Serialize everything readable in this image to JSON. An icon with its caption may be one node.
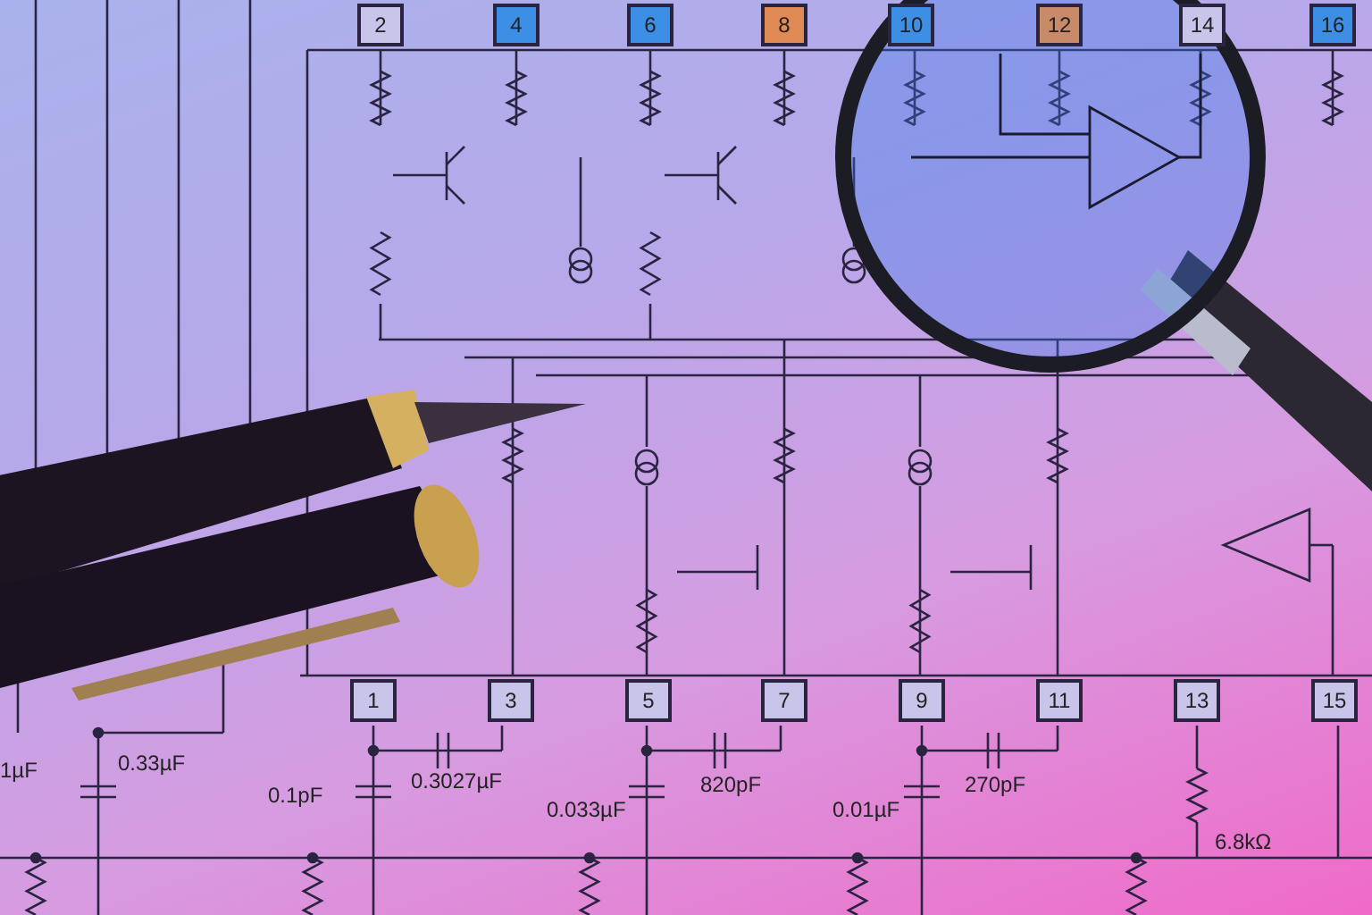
{
  "diagram": {
    "nodes": [
      {
        "text": [
          "2"
        ]
      },
      {
        "text": [
          "4"
        ]
      },
      {
        "text": [
          "6"
        ]
      },
      {
        "text": [
          "8"
        ]
      },
      {
        "text": [
          "10"
        ]
      },
      {
        "text": [
          "12"
        ]
      },
      {
        "text": [
          "14"
        ]
      },
      {
        "text": [
          "16"
        ]
      },
      {
        "text": [
          "1"
        ]
      },
      {
        "text": [
          "3"
        ]
      },
      {
        "text": [
          "5"
        ]
      },
      {
        "text": [
          "7"
        ]
      },
      {
        "text": [
          "9"
        ]
      },
      {
        "text": [
          "11"
        ]
      },
      {
        "text": [
          "13"
        ]
      },
      {
        "text": [
          "15"
        ]
      }
    ],
    "labels": [
      "1µF",
      "0.33µF",
      "0.3027µF",
      "820pF",
      "270pF",
      "6.8kΩ",
      "0.1pF",
      "0.033µF",
      "0.01µF"
    ]
  }
}
